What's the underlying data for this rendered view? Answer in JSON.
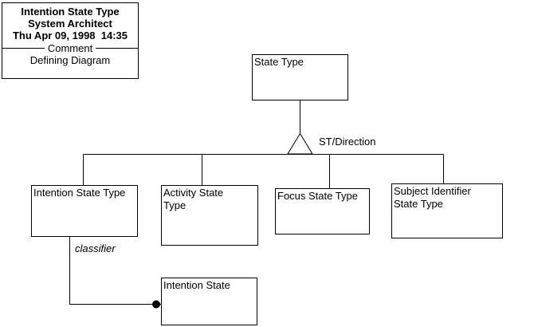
{
  "stamp": {
    "title": "Intention State Type",
    "subtitle": "System Architect",
    "datetime": "Thu Apr 09, 1998  14:35",
    "section_label": "Comment",
    "comment": "Defining Diagram"
  },
  "nodes": [
    {
      "id": "state-type",
      "label": "State Type"
    },
    {
      "id": "intention-state-type",
      "label": "Intention State Type"
    },
    {
      "id": "activity-state-type",
      "label": "Activity State\nType"
    },
    {
      "id": "focus-state-type",
      "label": "Focus State Type"
    },
    {
      "id": "subject-identifier-state-type",
      "label": "Subject Identifier\nState Type"
    },
    {
      "id": "intention-state",
      "label": "Intention State"
    }
  ],
  "edges": {
    "generalization_label": "ST/Direction",
    "classifier_label": "classifier"
  },
  "relationships": {
    "generalization": {
      "parent": "State Type",
      "label": "ST/Direction",
      "children": [
        "Intention State Type",
        "Activity State Type",
        "Focus State Type",
        "Subject Identifier State Type"
      ]
    },
    "classifier": {
      "from": "Intention State Type",
      "label": "classifier",
      "to": "Intention State"
    }
  },
  "colors": {
    "line": "#000000",
    "background": "#ffffff",
    "text": "#000000"
  }
}
